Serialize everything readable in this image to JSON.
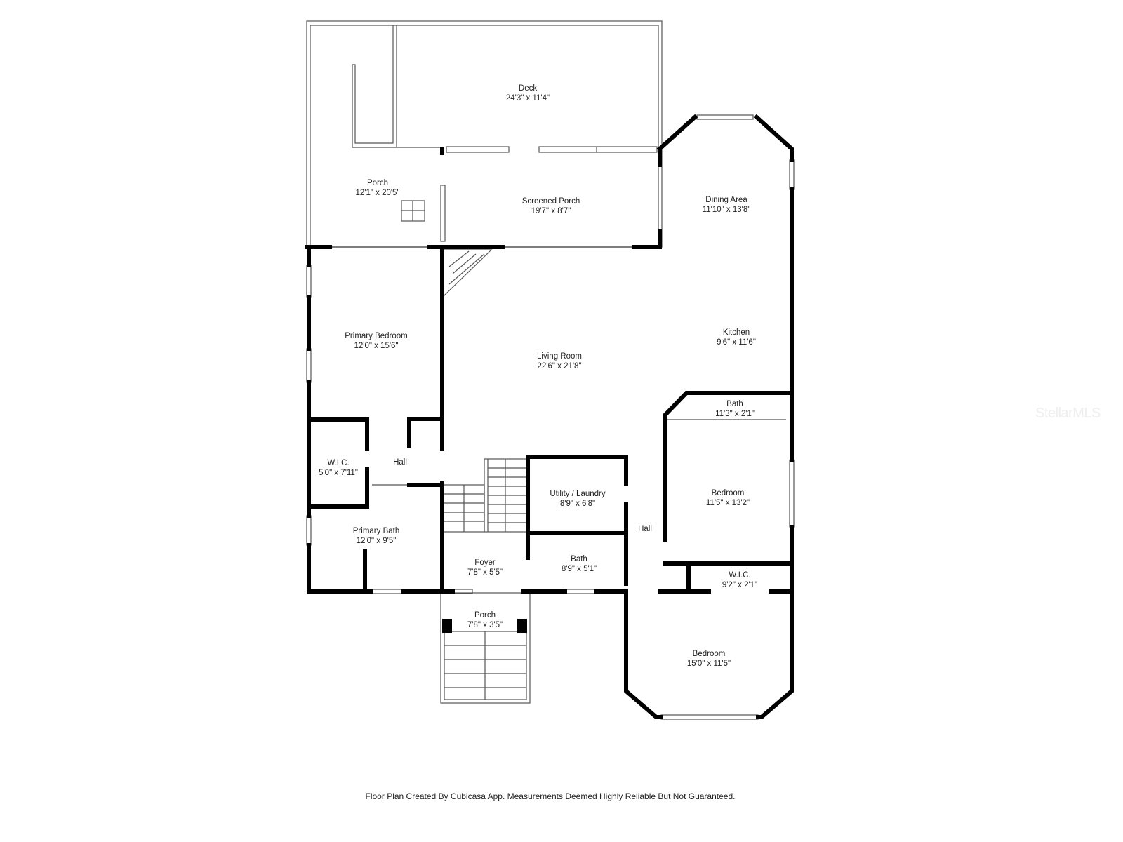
{
  "rooms": [
    {
      "name": "Deck",
      "size": "24'3\" x 11'4\""
    },
    {
      "name": "Porch",
      "size": "12'1\" x 20'5\""
    },
    {
      "name": "Screened Porch",
      "size": "19'7\" x 8'7\""
    },
    {
      "name": "Dining Area",
      "size": "11'10\" x 13'8\""
    },
    {
      "name": "Primary Bedroom",
      "size": "12'0\" x 15'6\""
    },
    {
      "name": "Living Room",
      "size": "22'6\" x 21'8\""
    },
    {
      "name": "Kitchen",
      "size": "9'6\" x 11'6\""
    },
    {
      "name": "Bath",
      "size": "11'3\" x 2'1\""
    },
    {
      "name": "W.I.C.",
      "size": "5'0\" x 7'11\""
    },
    {
      "name": "Hall",
      "size": ""
    },
    {
      "name": "Utility / Laundry",
      "size": "8'9\" x 6'8\""
    },
    {
      "name": "Bedroom",
      "size": "11'5\" x 13'2\""
    },
    {
      "name": "Primary Bath",
      "size": "12'0\" x 9'5\""
    },
    {
      "name": "Hall",
      "size": ""
    },
    {
      "name": "Foyer",
      "size": "7'8\" x 5'5\""
    },
    {
      "name": "Bath",
      "size": "8'9\" x 5'1\""
    },
    {
      "name": "W.I.C.",
      "size": "9'2\" x 2'1\""
    },
    {
      "name": "Porch",
      "size": "7'8\" x 3'5\""
    },
    {
      "name": "Bedroom",
      "size": "15'0\" x 11'5\""
    }
  ],
  "footer": "Floor Plan Created By Cubicasa App. Measurements Deemed Highly Reliable But Not Guaranteed.",
  "watermark": "StellarMLS",
  "colors": {
    "wall": "#000000",
    "thin_line": "#555555",
    "background": "#ffffff"
  }
}
